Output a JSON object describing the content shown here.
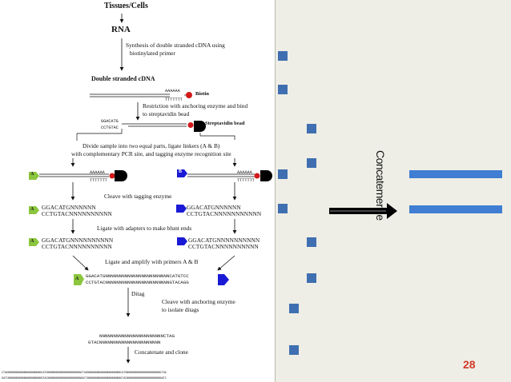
{
  "diagram": {
    "tissues_label": "Tissues/Cells",
    "rna_label": "RNA",
    "step_synthesis_1": "Synthesis of double stranded cDNA using",
    "step_synthesis_2": "biotinylated primer",
    "ds_cdna_label": "Double stranded cDNA",
    "poly_a": "AAAAAA",
    "poly_t": "TTTTTTT",
    "biotin_label": "Biotin",
    "step_restriction_1": "Restriction with anchoring enzyme and bind",
    "step_restriction_2": "to streptavidin bead",
    "catg_top": "GGACATG",
    "catg_bottom": "CCTGTAC",
    "streptavidin_label": "Streptavidin bead",
    "step_divide_1": "Divide sample into two equal parts, ligate linkers (A & B)",
    "step_divide_2": "with complementary PCR site, and tagging enzyme recognition site",
    "linker_a": "A",
    "linker_b": "B",
    "step_cleave_tag": "Cleave with tagging enzyme",
    "tag_a_top": "GGACATGNNNNNN",
    "tag_a_bottom": "CCTGTACNNNNNNNNNN",
    "tag_b_top": "GGACATGNNNNNN",
    "tag_b_bottom": "CCTGTACNNNNNNNNNNN",
    "step_blunt": "Ligate with adapters to make blunt ends",
    "blunt_a_top": "GGACATGNNNNNNNNNN",
    "blunt_a_bottom": "CCTGTACNNNNNNNNNN",
    "blunt_b_top": "GGACATGNNNNNNNNNN",
    "blunt_b_bottom": "CCTGTACNNNNNNNNNN",
    "step_amplify": "Ligate and amplify with primers A & B",
    "ditag_top": "GGACATGNNNNNNNNNNNNNNNNNNNNNNNCATGTCC",
    "ditag_bottom": "CCTGTACNNNNNNNNNNNNNNNNNNNNNNNGTACAGG",
    "ditag_label": "Ditag",
    "step_anchor_1": "Cleave with anchoring enzyme",
    "step_anchor_2": "to isolate ditags",
    "iso_top": "NNNNNNNNNNNNNNNNNNNNNNNCTAG",
    "iso_bottom": "GTACNNNNNNNNNNNNNNNNNNNNNN",
    "step_concatenate": "Concatenate and clone",
    "concat_top": "CTAGNNNNNNNNNNNNNNNNNNNNNCATGNNNNNNNNNNNNNNNNNNNNNCTAGNNNNNNNNNNNNNNNNNNNNNCATGNNNNNNNNNNNNNNNNNNNNNCTAG",
    "concat_bottom": "GATCNNNNNNNNNNNNNNNNNNNNNGTACNNNNNNNNNNNNNNNNNNNNNGATCNNNNNNNNNNNNNNNNNNNNNGTACNNNNNNNNNNNNNNNNNNNNNGATC"
  },
  "right_panel": {
    "concatemerize_label": "Concatemerize",
    "page_number": "28"
  },
  "colors": {
    "linker_a": "#8cc63f",
    "linker_b": "#1a1ad6",
    "biotin": "#d21a1a",
    "bullet": "#3f6fb0",
    "bar": "#3f7ed3",
    "page_number": "#d23a2a",
    "right_background": "#eeeee6"
  }
}
